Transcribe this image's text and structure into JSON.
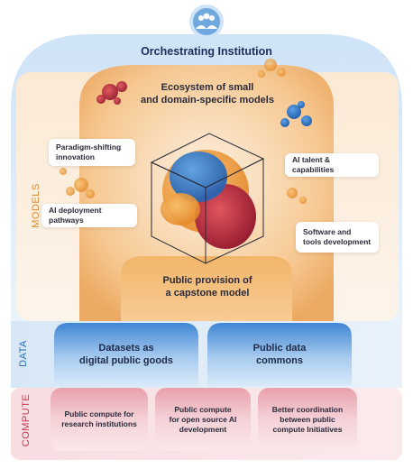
{
  "orchestrator": {
    "title": "Orchestrating Institution"
  },
  "models_layer": {
    "label": "MODELS",
    "ecosystem": "Ecosystem of small\nand domain-specific models",
    "left_items": [
      "Paradigm-shifting\ninnovation",
      "AI deployment pathways"
    ],
    "right_items": [
      "AI talent & capabilities",
      "Software and\ntools development"
    ],
    "capstone": "Public provision of\na capstone model"
  },
  "data_layer": {
    "label": "DATA",
    "items": [
      "Datasets as\ndigital public goods",
      "Public data\ncommons"
    ]
  },
  "compute_layer": {
    "label": "COMPUTE",
    "items": [
      "Public compute for\nresearch institutions",
      "Public compute\nfor open source AI\ndevelopment",
      "Better coordination\nbetween public\ncompute Initiatives"
    ]
  },
  "colors": {
    "models": "#e8a04a",
    "data": "#3b7fcf",
    "compute": "#c43a4e",
    "orchestrator": "#cfe3f7"
  },
  "icons": {
    "orchestrator": "people-group-icon"
  }
}
